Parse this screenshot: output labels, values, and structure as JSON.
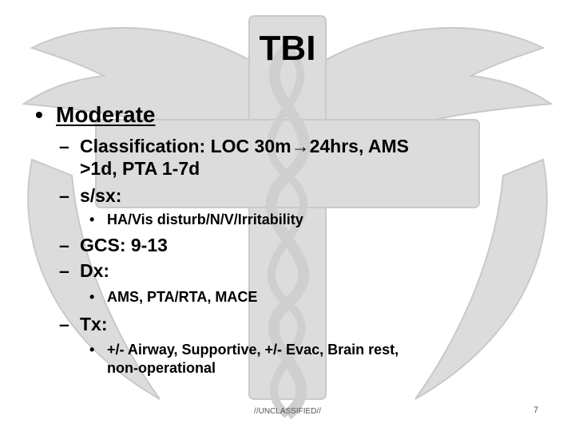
{
  "slide": {
    "title": "TBI",
    "bullets": [
      {
        "marker": "•",
        "label": "Moderate"
      },
      {
        "marker": "–",
        "label": "Classification: LOC 30m→24hrs, AMS"
      },
      {
        "label": ">1d, PTA 1-7d"
      },
      {
        "marker": "–",
        "label": "s/sx:"
      },
      {
        "marker": "•",
        "label": "HA/Vis disturb/N/V/Irritability"
      },
      {
        "marker": "–",
        "label": "GCS: 9-13"
      },
      {
        "marker": "–",
        "label": "Dx:"
      },
      {
        "marker": "•",
        "label": "AMS, PTA/RTA, MACE"
      },
      {
        "marker": "–",
        "label": "Tx:"
      },
      {
        "marker": "•",
        "label": "+/- Airway, Supportive, +/- Evac, Brain rest,"
      },
      {
        "label": "non-operational"
      }
    ],
    "footer": "//UNCLASSIFIED//",
    "page_number": "7"
  },
  "colors": {
    "emblem": "#dcdcdc",
    "text": "#000000"
  },
  "icons": {
    "background": "combat-medical-badge-emblem"
  }
}
